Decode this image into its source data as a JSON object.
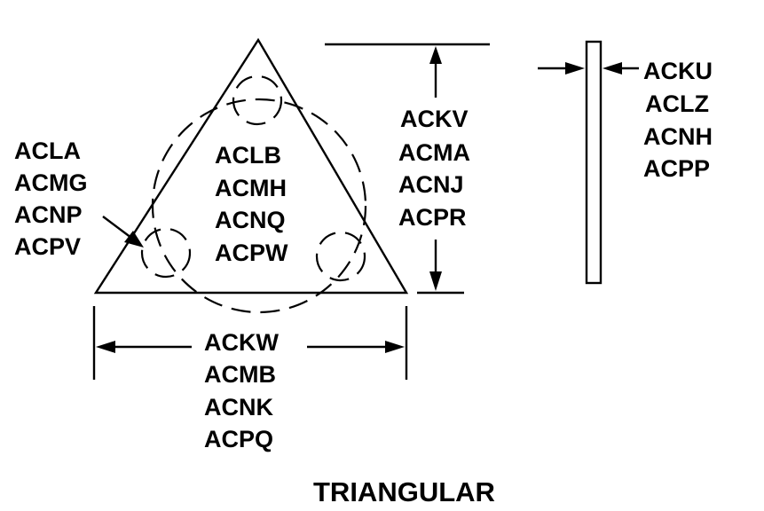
{
  "title": "TRIANGULAR",
  "labels": {
    "corner_radius": [
      "ACLA",
      "ACMG",
      "ACNP",
      "ACPV"
    ],
    "inscribed_circle": [
      "ACLB",
      "ACMH",
      "ACNQ",
      "ACPW"
    ],
    "height": [
      "ACKV",
      "ACMA",
      "ACNJ",
      "ACPR"
    ],
    "thickness": [
      "ACKU",
      "ACLZ",
      "ACNH",
      "ACPP"
    ],
    "side_length": [
      "ACKW",
      "ACMB",
      "ACNK",
      "ACPQ"
    ]
  },
  "colors": {
    "ink": "#000000",
    "background": "#ffffff"
  }
}
